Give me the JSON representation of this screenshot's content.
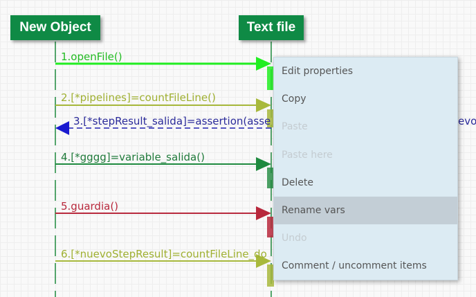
{
  "lifelines": [
    {
      "label": "New Object"
    },
    {
      "label": "Text file"
    }
  ],
  "messages": [
    {
      "label": "1.openFile()",
      "color": "#22ee22"
    },
    {
      "label": "2.[*pipelines]=countFileLine()",
      "color": "#a8b93c"
    },
    {
      "label": "3.[*stepResult_salida]=assertion(asse",
      "color": "#2020b0",
      "tail": "evo"
    },
    {
      "label": "4.[*gggg]=variable_salida()",
      "color": "#1f8a3f"
    },
    {
      "label": "5.guardia()",
      "color": "#b8283c"
    },
    {
      "label": "6.[*nuevoStepResult]=countFileLine_do",
      "color": "#a8b93c"
    }
  ],
  "context_menu": {
    "items": [
      {
        "label": "Edit properties",
        "disabled": false
      },
      {
        "label": "Copy",
        "disabled": false
      },
      {
        "label": "Paste",
        "disabled": true
      },
      {
        "label": "Paste here",
        "disabled": true
      },
      {
        "label": "Delete",
        "disabled": false
      },
      {
        "label": "Rename vars",
        "disabled": false,
        "highlighted": true
      },
      {
        "label": "Undo",
        "disabled": true
      },
      {
        "label": "Comment / uncomment items",
        "disabled": false
      }
    ]
  },
  "colors": {
    "lifeline_header": "#0f8a45",
    "menu_background": "#dcebf3",
    "menu_highlight": "#c3ced6"
  }
}
